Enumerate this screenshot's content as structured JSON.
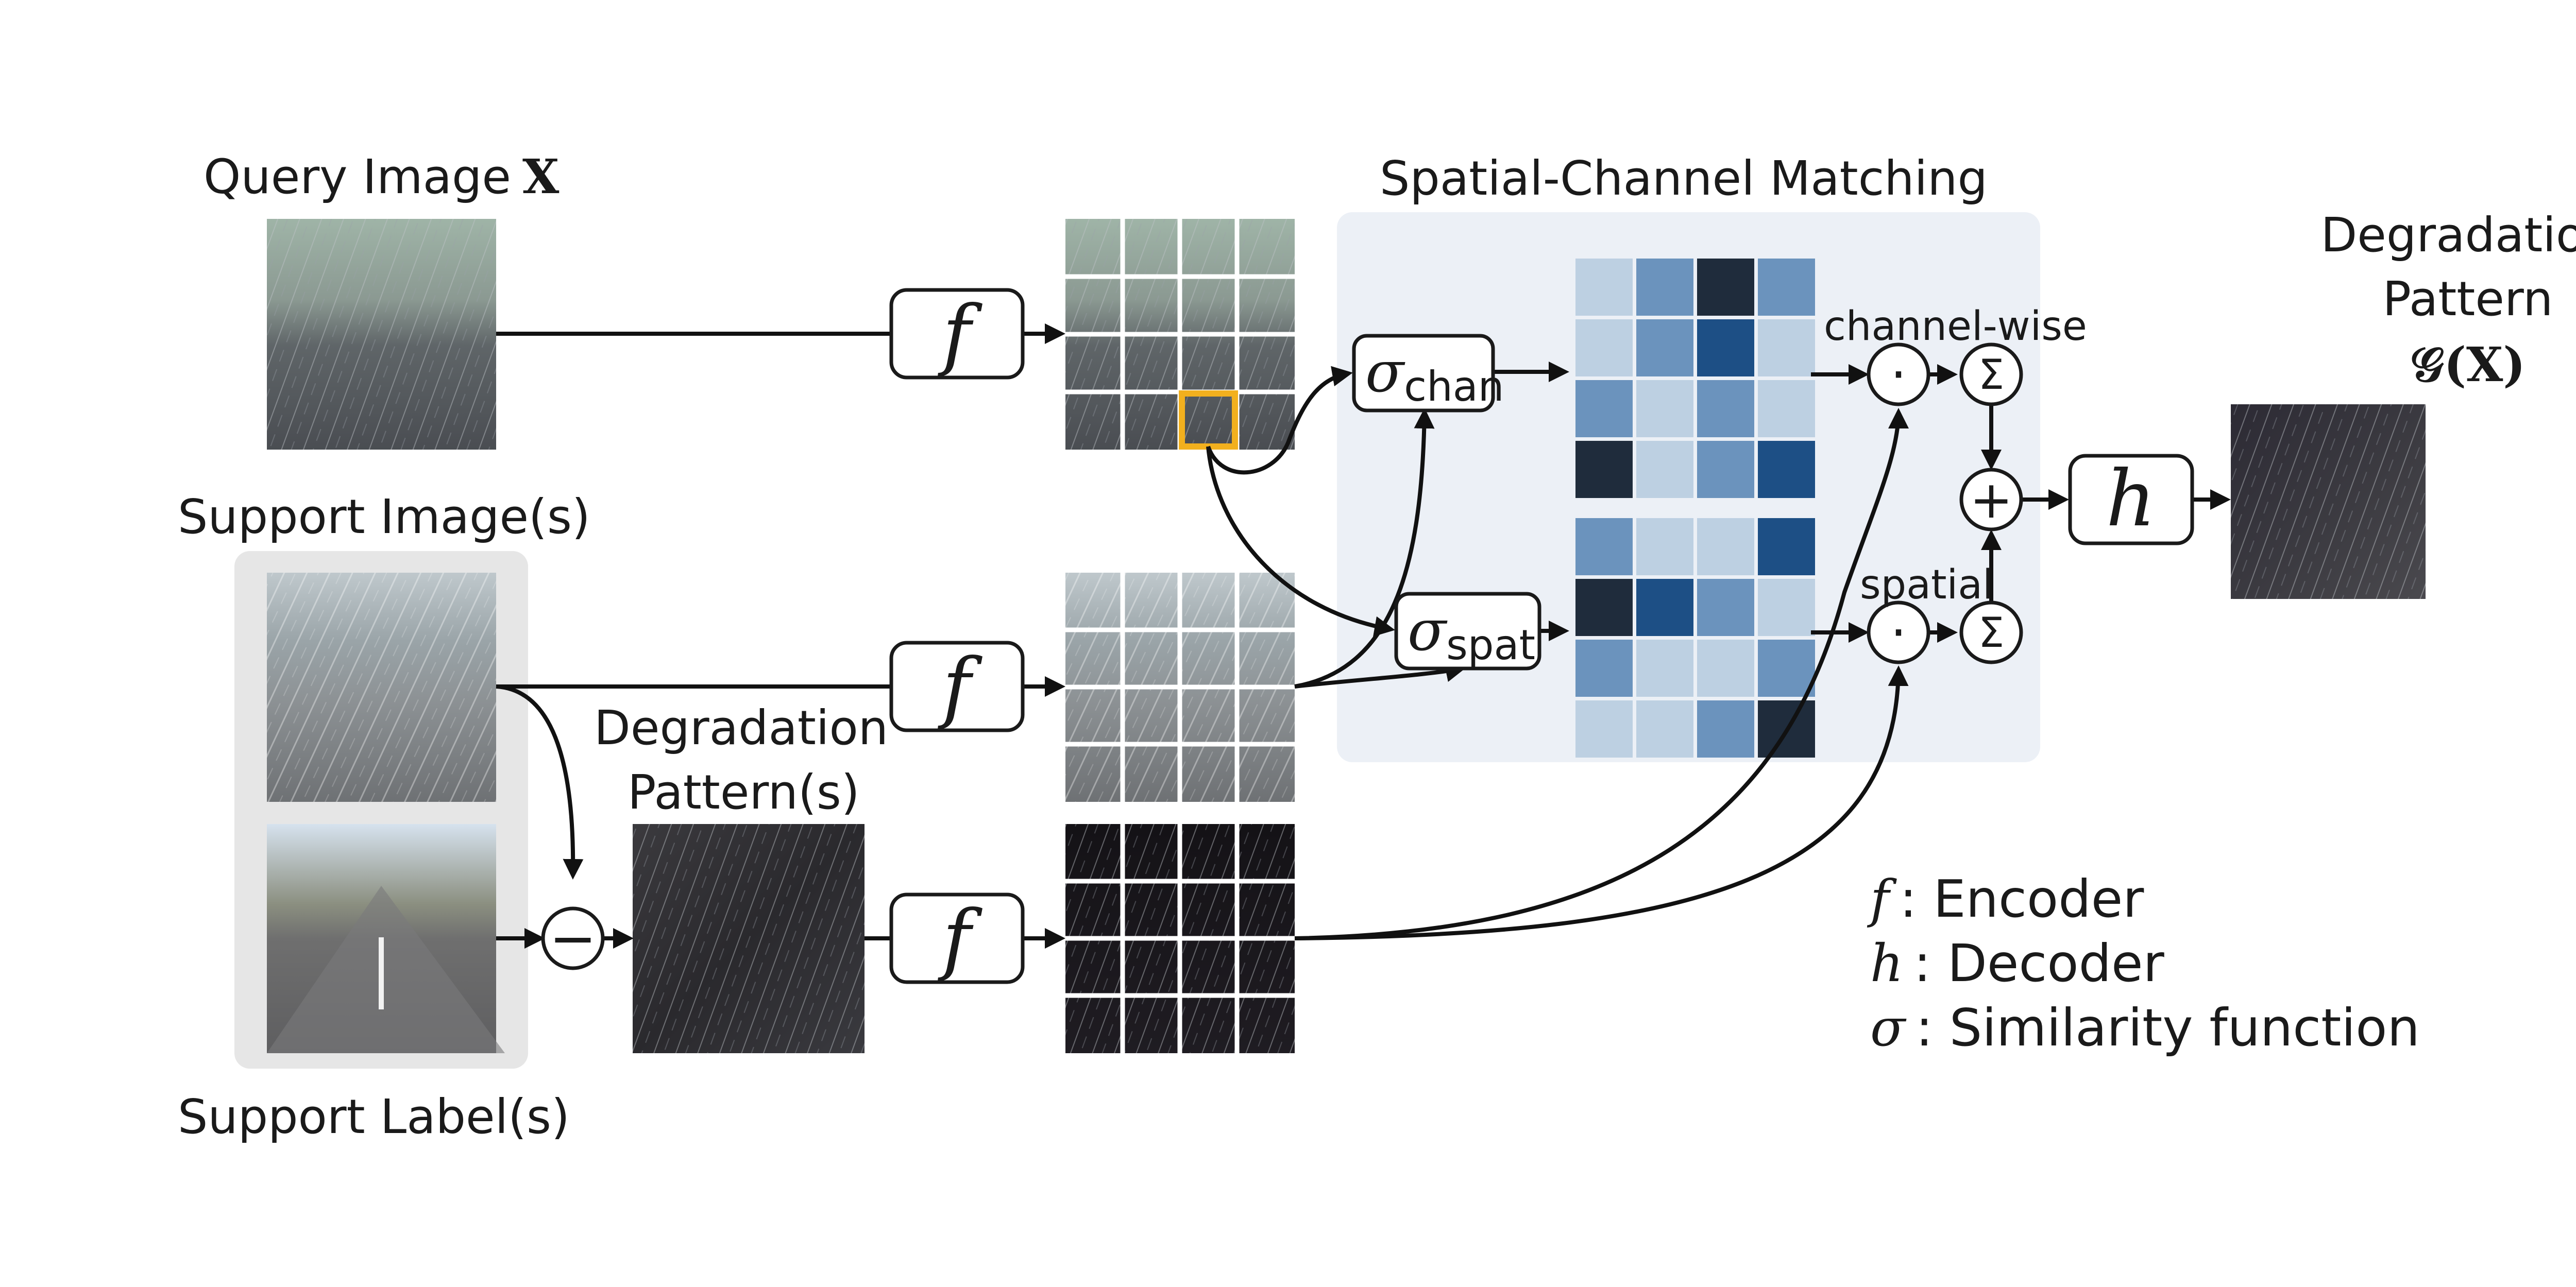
{
  "titles": {
    "query_image": "Query Image",
    "query_symbol": "X",
    "support_images": "Support Image(s)",
    "support_labels": "Support Label(s)",
    "degradation_patterns_line1": "Degradation",
    "degradation_patterns_line2": "Pattern(s)",
    "matching": "Spatial-Channel Matching",
    "output_line1": "Degradation",
    "output_line2": "Pattern",
    "output_symbol": "𝒢(X)"
  },
  "nodes": {
    "encoder": "f",
    "decoder": "h",
    "sigma": "σ",
    "chan_sub": "chan",
    "spat_sub": "spat",
    "minus": "−",
    "dot": "⋅",
    "sum": "Σ",
    "plus": "+"
  },
  "branch_labels": {
    "channel": "channel-wise",
    "spatial": "spatial"
  },
  "legend": [
    {
      "symbol": "f",
      "text": ": Encoder"
    },
    {
      "symbol": "h",
      "text": ": Decoder"
    },
    {
      "symbol": "σ",
      "text": ": Similarity function"
    }
  ],
  "colors": {
    "matching_panel": "#ecf0f6",
    "support_panel": "#e6e6e6",
    "highlight_patch": "#f2b01e",
    "heat_very_light": "#bdd0e2",
    "heat_light": "#bccbdd",
    "heat_mid": "#6b93bd",
    "heat_dark": "#1d4f85",
    "heat_very_dark": "#1f2c3c"
  },
  "matrices": {
    "channel": [
      [
        "heat_very_light",
        "heat_mid",
        "heat_very_dark",
        "heat_mid"
      ],
      [
        "heat_very_light",
        "heat_mid",
        "heat_dark",
        "heat_very_light"
      ],
      [
        "heat_mid",
        "heat_very_light",
        "heat_mid",
        "heat_very_light"
      ],
      [
        "heat_very_dark",
        "heat_very_light",
        "heat_mid",
        "heat_dark"
      ]
    ],
    "spatial": [
      [
        "heat_mid",
        "heat_very_light",
        "heat_very_light",
        "heat_dark"
      ],
      [
        "heat_very_dark",
        "heat_dark",
        "heat_mid",
        "heat_very_light"
      ],
      [
        "heat_mid",
        "heat_very_light",
        "heat_very_light",
        "heat_mid"
      ],
      [
        "heat_very_light",
        "heat_very_light",
        "heat_mid",
        "heat_very_dark"
      ]
    ]
  }
}
